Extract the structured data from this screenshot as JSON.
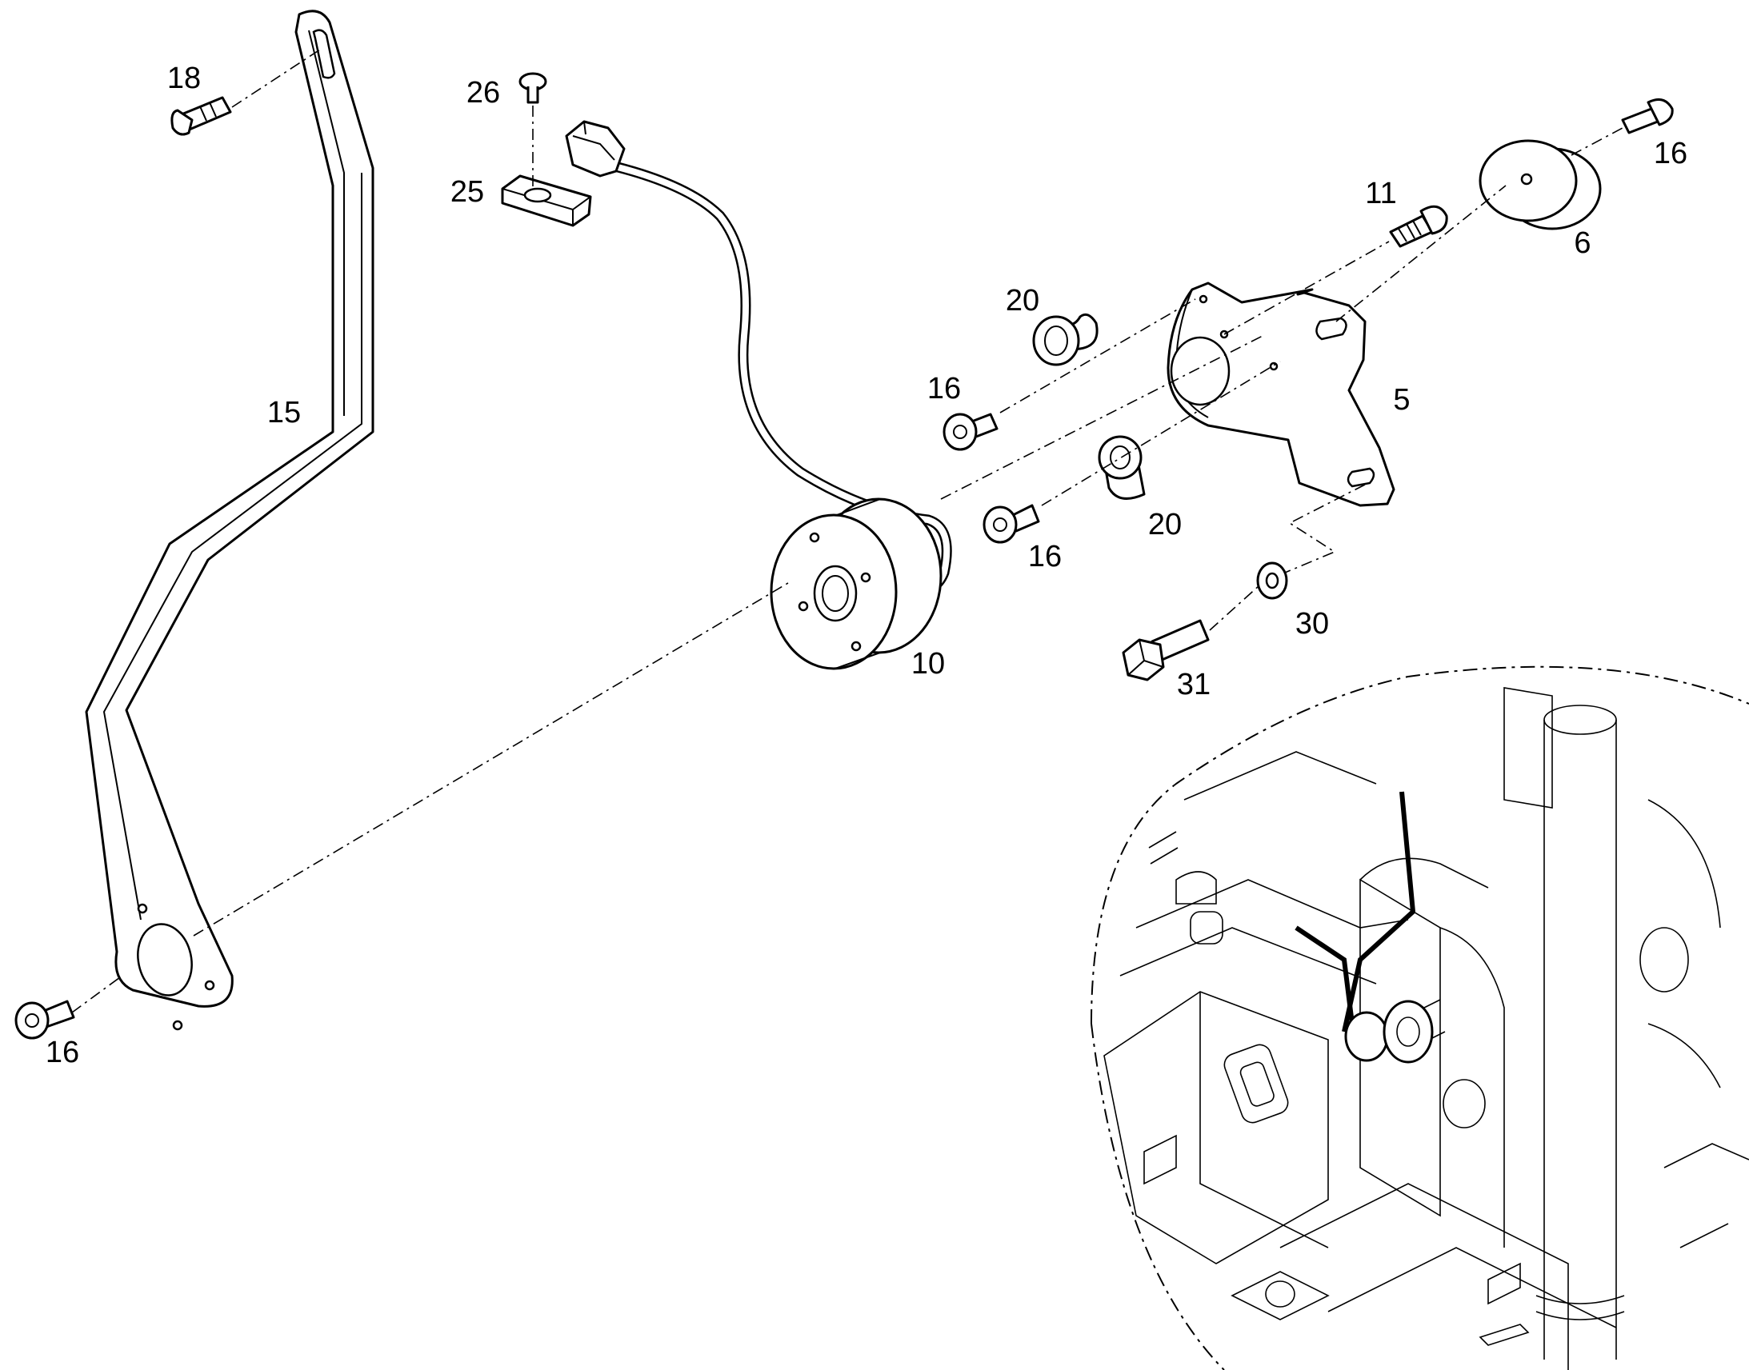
{
  "callouts": {
    "c18": "18",
    "c26": "26",
    "c25": "25",
    "c15": "15",
    "c16_a": "16",
    "c11": "11",
    "c6": "6",
    "c20_a": "20",
    "c16_b": "16",
    "c5": "5",
    "c16_c": "16",
    "c20_b": "20",
    "c10": "10",
    "c30": "30",
    "c31": "31",
    "c16_d": "16"
  }
}
